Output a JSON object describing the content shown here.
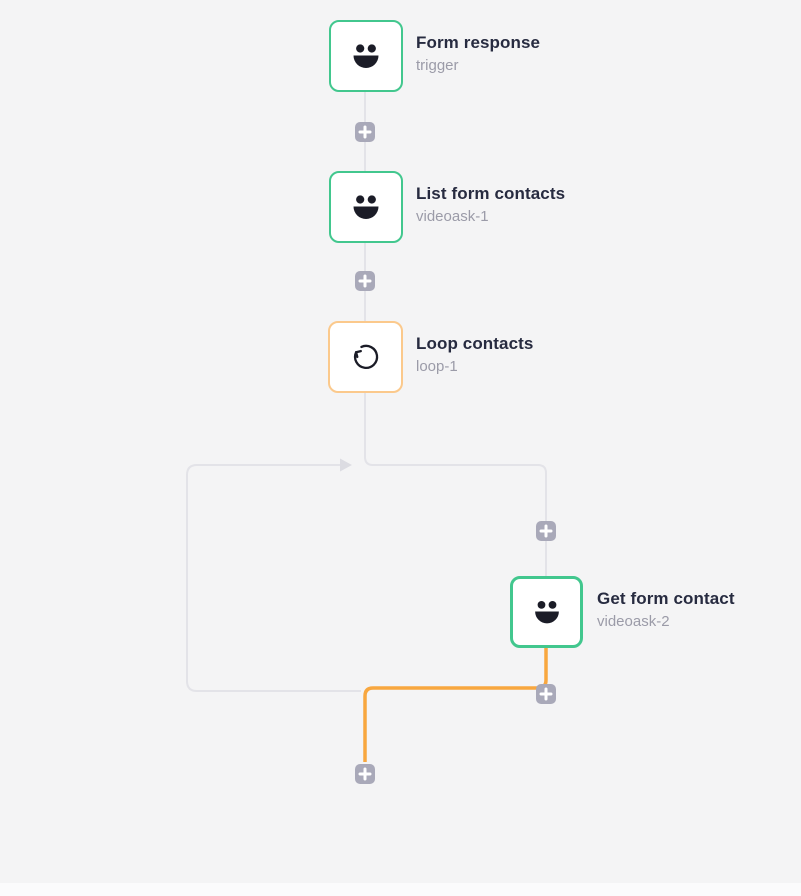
{
  "app": {
    "view": "workflow-builder-canvas"
  },
  "colors": {
    "background": "#f4f4f5",
    "connector_gray": "#e3e3e8",
    "connector_active_orange": "#f8a73f",
    "node_border_green": "#42c78e",
    "node_border_orange": "#fbc98c",
    "add_button_bg": "#a9a9b9",
    "title_text": "#272b40",
    "subtitle_text": "#9b9ba8",
    "icon_ink": "#1b1c27"
  },
  "nodes": [
    {
      "title": "Form response",
      "subtitle": "trigger",
      "icon": "videoask-smiley",
      "accent": "green",
      "selected": false
    },
    {
      "title": "List form contacts",
      "subtitle": "videoask-1",
      "icon": "videoask-smiley",
      "accent": "green",
      "selected": false
    },
    {
      "title": "Loop contacts",
      "subtitle": "loop-1",
      "icon": "loop-arrow",
      "accent": "orange",
      "selected": false
    },
    {
      "title": "Get form contact",
      "subtitle": "videoask-2",
      "icon": "videoask-smiley",
      "accent": "green",
      "selected": true
    }
  ],
  "add_buttons": {
    "count": 5,
    "symbol": "+"
  }
}
